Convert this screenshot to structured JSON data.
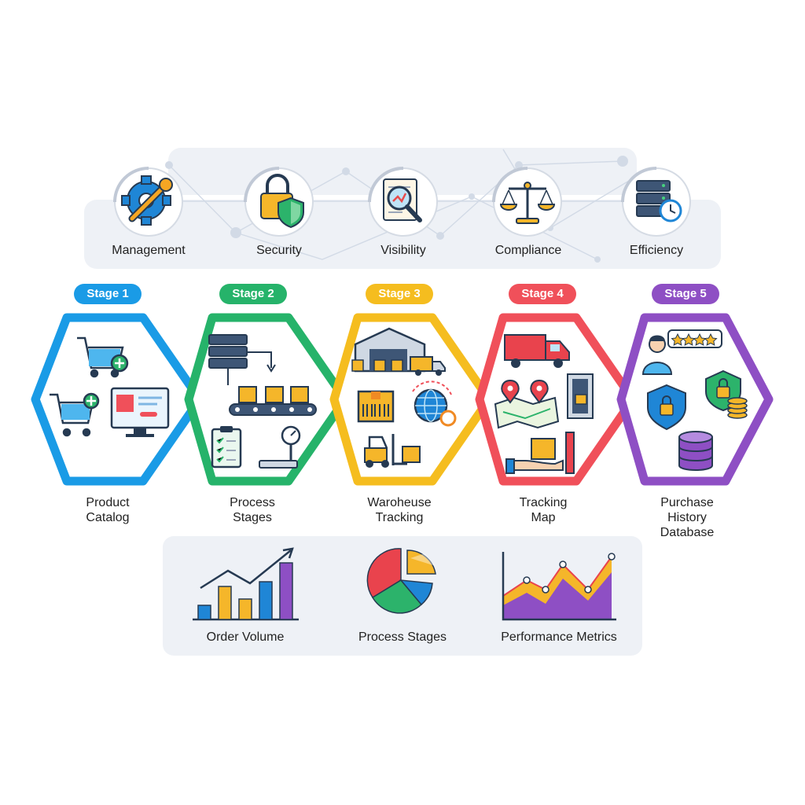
{
  "top_panel": {
    "items": [
      {
        "label": "Management",
        "icon": "gear-wrench-icon"
      },
      {
        "label": "Security",
        "icon": "padlock-shield-icon"
      },
      {
        "label": "Visibility",
        "icon": "magnifier-document-icon"
      },
      {
        "label": "Compliance",
        "icon": "scales-icon"
      },
      {
        "label": "Efficiency",
        "icon": "server-clock-icon"
      }
    ]
  },
  "stages": [
    {
      "badge": "Stage 1",
      "color": "#1a9be6",
      "lines": [
        "Product",
        "Catalog"
      ]
    },
    {
      "badge": "Stage 2",
      "color": "#26b36a",
      "lines": [
        "Process",
        "Stages"
      ]
    },
    {
      "badge": "Stage 3",
      "color": "#f5bd1f",
      "lines": [
        "Waroheuse",
        "Tracking"
      ]
    },
    {
      "badge": "Stage 4",
      "color": "#f0505a",
      "lines": [
        "Tracking",
        "Map"
      ]
    },
    {
      "badge": "Stage 5",
      "color": "#8e4fc4",
      "lines": [
        "Purchase",
        "History",
        "Database"
      ]
    }
  ],
  "bottom_panel": {
    "items": [
      {
        "label": "Order Volume",
        "icon": "bar-chart-icon"
      },
      {
        "label": "Process Stages",
        "icon": "pie-chart-icon"
      },
      {
        "label": "Performance Metrics",
        "icon": "area-chart-icon"
      }
    ]
  }
}
